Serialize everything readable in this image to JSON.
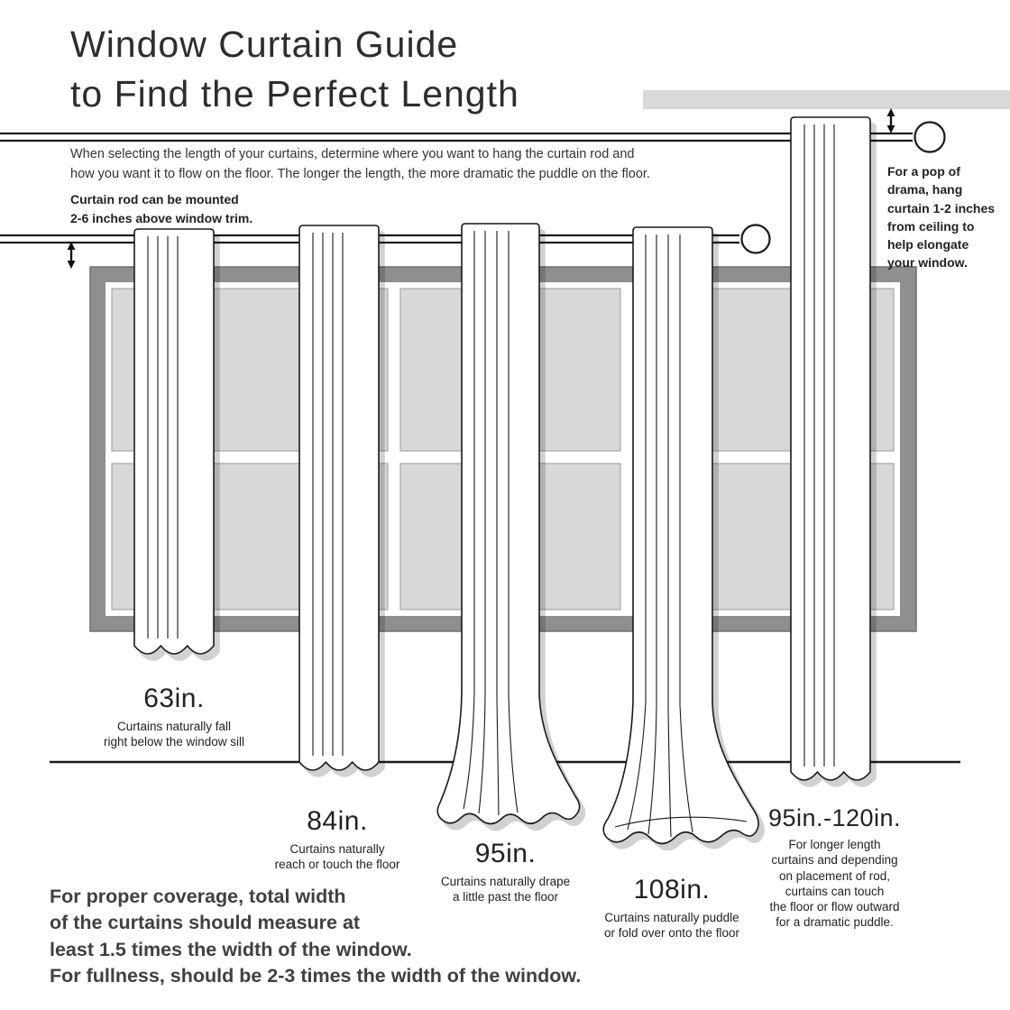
{
  "title": "Window Curtain Guide\nto Find the Perfect Length",
  "intro": "When selecting the length of your curtains, determine where you want to hang the curtain rod and\nhow you want it to flow on the floor. The longer the length, the more dramatic the puddle on the floor.",
  "rod_note": "Curtain rod can be mounted\n2-6 inches above window trim.",
  "drama_note": "For a pop of\ndrama, hang\ncurtain 1-2 inches\nfrom ceiling to\nhelp elongate\nyour window.",
  "curtains": [
    {
      "size": "63in.",
      "caption": "Curtains naturally fall\nright below the window sill"
    },
    {
      "size": "84in.",
      "caption": "Curtains naturally\nreach or touch the floor"
    },
    {
      "size": "95in.",
      "caption": "Curtains naturally drape\na little past the floor"
    },
    {
      "size": "108in.",
      "caption": "Curtains naturally puddle\nor fold over onto the floor"
    },
    {
      "size": "95in.-120in.",
      "caption": "For longer length\ncurtains and depending\non placement of rod,\ncurtains can touch\nthe floor or flow outward\nfor a dramatic puddle."
    }
  ],
  "footer": "For proper coverage, total width\nof the curtains should measure at\nleast 1.5 times the width of the window.\nFor fullness, should be 2-3 times the width of the window.",
  "colors": {
    "frame": "#8f8f8f",
    "pane": "#d8d8d8",
    "window_backing": "#ffffff",
    "ceiling_bar": "#d9d9d9",
    "line": "#1a1a1a"
  }
}
